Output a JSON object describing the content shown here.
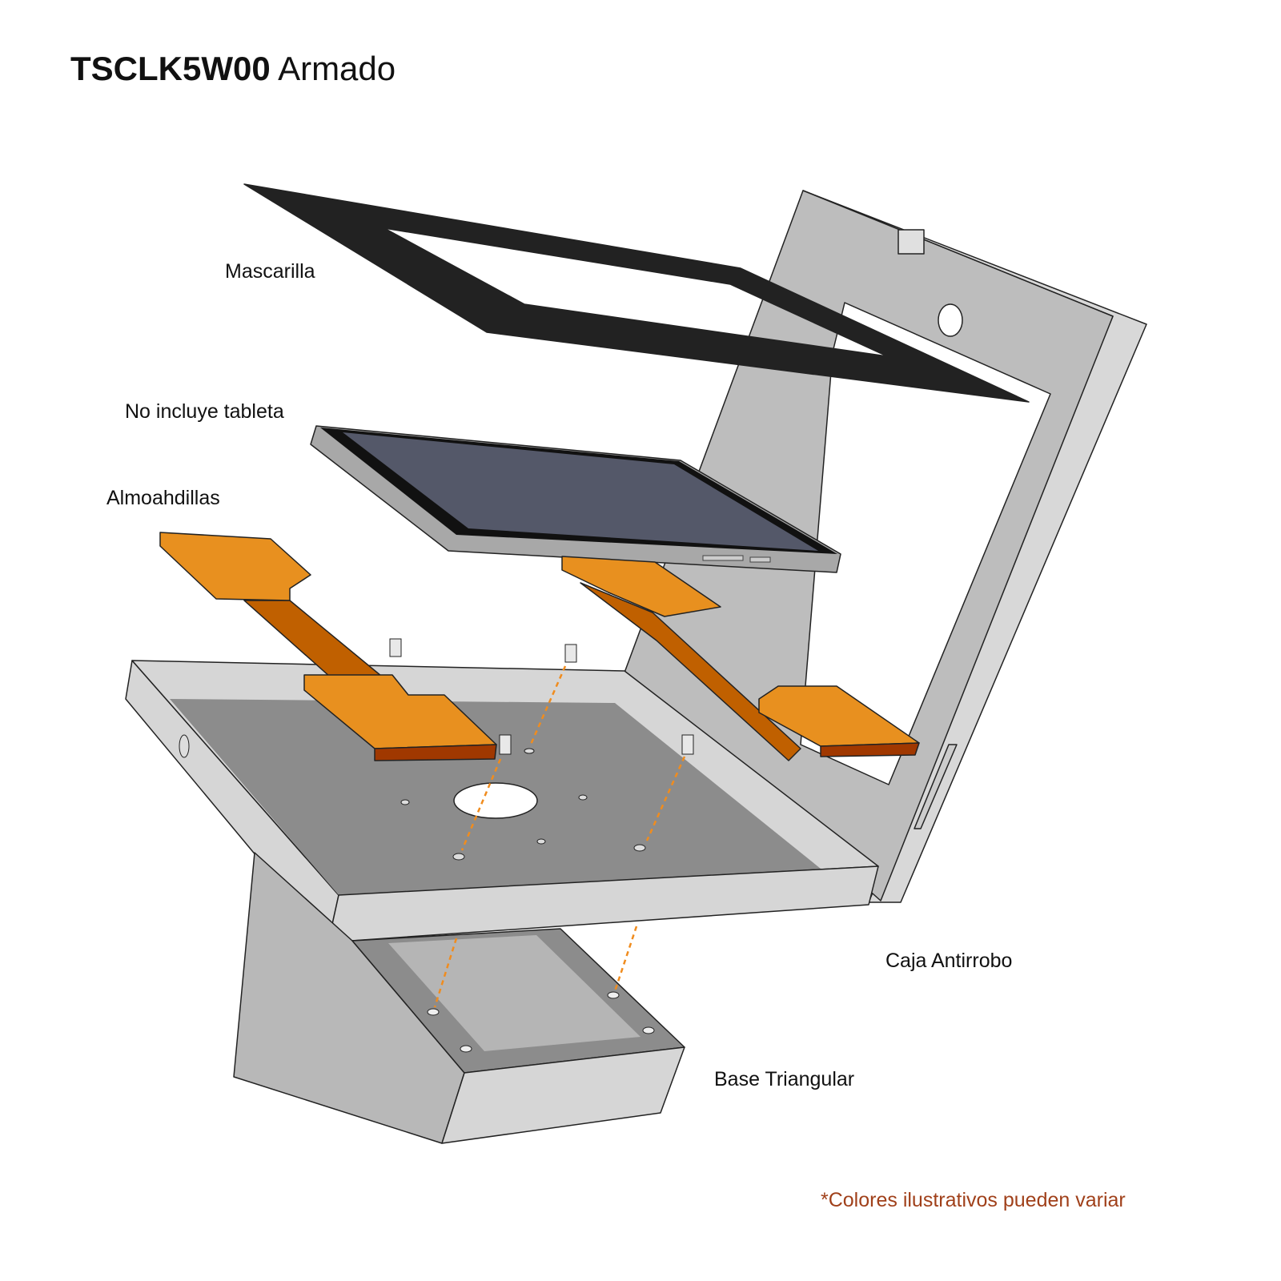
{
  "title": {
    "code": "TSCLK5W00",
    "suffix": "Armado"
  },
  "labels": {
    "mask": "Mascarilla",
    "tablet": "No incluye tableta",
    "pads": "Almoahdillas",
    "case": "Caja Antirrobo",
    "base": "Base Triangular"
  },
  "footnote": "*Colores ilustrativos pueden variar",
  "colors": {
    "orange": "#e8901f",
    "orange_dark": "#c06000",
    "mask": "#222222",
    "screen": "#545869",
    "note": "#a0401a"
  }
}
